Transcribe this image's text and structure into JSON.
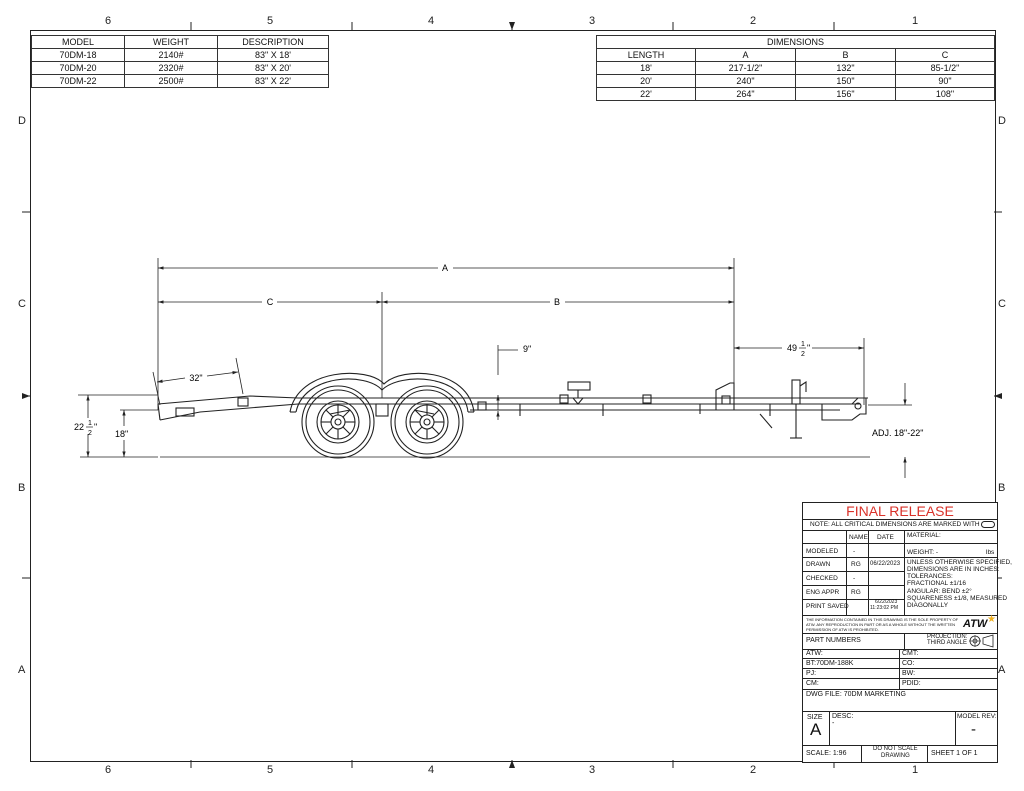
{
  "zones": {
    "columns": [
      "6",
      "5",
      "4",
      "3",
      "2",
      "1"
    ],
    "rows": [
      "D",
      "C",
      "B",
      "A"
    ]
  },
  "model_table": {
    "headers": [
      "MODEL",
      "WEIGHT",
      "DESCRIPTION"
    ],
    "rows": [
      [
        "70DM-18",
        "2140#",
        "83\" X 18'"
      ],
      [
        "70DM-20",
        "2320#",
        "83\" X 20'"
      ],
      [
        "70DM-22",
        "2500#",
        "83\" X 22'"
      ]
    ]
  },
  "dimensions_table": {
    "title": "DIMENSIONS",
    "headers": [
      "LENGTH",
      "A",
      "B",
      "C"
    ],
    "rows": [
      [
        "18'",
        "217-1/2\"",
        "132\"",
        "85-1/2\""
      ],
      [
        "20'",
        "240\"",
        "150\"",
        "90\""
      ],
      [
        "22'",
        "264\"",
        "156\"",
        "108\""
      ]
    ]
  },
  "drawing": {
    "dim_a": "A",
    "dim_b": "B",
    "dim_c": "C",
    "dim_9": "9\"",
    "dim_32": "32\"",
    "dim_49_whole": "49",
    "dim_49_num": "1",
    "dim_49_den": "2",
    "dim_49_unit": "\"",
    "dim_22_whole": "22",
    "dim_22_num": "1",
    "dim_22_den": "2",
    "dim_22_unit": "\"",
    "dim_18": "18\"",
    "adj": "ADJ. 18\"-22\""
  },
  "title_block": {
    "final_release": "FINAL RELEASE",
    "note": "NOTE: ALL CRITICAL DIMENSIONS ARE MARKED WITH",
    "name_header": "NAME",
    "date_header": "DATE",
    "material_label": "MATERIAL:",
    "roles": [
      {
        "label": "MODELED",
        "name": "-",
        "date": ""
      },
      {
        "label": "DRAWN",
        "name": "RG",
        "date": "06/22/2023"
      },
      {
        "label": "CHECKED",
        "name": "-",
        "date": ""
      },
      {
        "label": "ENG APPR",
        "name": "RG",
        "date": ""
      },
      {
        "label": "PRINT SAVED",
        "name": "",
        "date": ""
      }
    ],
    "print_saved_date": "6/22/2023",
    "print_saved_time": "11:23:02 PM",
    "weight_label": "WEIGHT: -",
    "weight_unit": "lbs",
    "spec_lines": [
      "UNLESS OTHERWISE SPECIFIED,",
      "DIMENSIONS ARE IN INCHES:",
      "TOLERANCES:",
      "FRACTIONAL ±1/16",
      "ANGULAR: BEND ±2°",
      "SQUARENESS ±1/8, MEASURED",
      "DIAGONALLY"
    ],
    "proprietary_lines": [
      "THE INFORMATION CONTAINED IN THIS DRAWING IS THE SOLE PROPERTY OF",
      "ATW.  ANY REPRODUCTION IN PART OR AS A WHOLE WITHOUT THE WRITTEN",
      "PERMISSION OF ATW IS PROHIBITED."
    ],
    "logo_text": "ATW",
    "part_numbers": "PART NUMBERS",
    "projection_1": "PROJECTION:",
    "projection_2": "THIRD ANGLE",
    "fields_left": [
      "ATW:",
      "BT:70DM-188K",
      "PJ:",
      "CM:"
    ],
    "fields_right": [
      "CMT:",
      "CO:",
      "BW:",
      "PDID:"
    ],
    "dwg_file": "DWG FILE: 70DM MARKETING",
    "size_label": "SIZE",
    "size_value": "A",
    "desc_label": "DESC:",
    "desc_value": "-",
    "model_rev_label": "MODEL REV:",
    "model_rev_value": "-",
    "scale": "SCALE: 1:96",
    "do_not_scale_1": "DO NOT SCALE",
    "do_not_scale_2": "DRAWING",
    "sheet": "SHEET 1 OF 1"
  },
  "colors": {
    "line": "#222222",
    "final_release": "#d9322a",
    "logo_star": "#f2b01e"
  }
}
